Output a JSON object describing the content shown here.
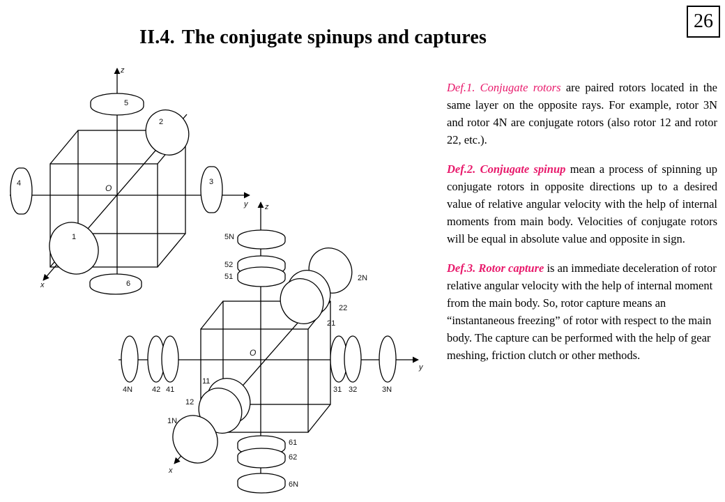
{
  "slide": {
    "number": "26",
    "title_number": "II.4.",
    "title_text": "The conjugate spinups and captures"
  },
  "colors": {
    "accent": "#e8196b",
    "text": "#000000",
    "background": "#ffffff"
  },
  "definitions": [
    {
      "head": "Def.1.",
      "term": "Conjugate rotors",
      "body": " are paired rotors located in the same layer on the opposite rays. For example, rotor 3N and rotor 4N are conjugate rotors (also rotor 12 and rotor 22, etc.)."
    },
    {
      "head": "Def.2.",
      "term": "Conjugate spinup",
      "body": " mean a process of spinning up conjugate rotors in opposite directions up to a desired value of relative angular velocity with the help of internal moments from main body. Velocities of conjugate rotors will be equal in absolute value and opposite in sign."
    },
    {
      "head": "Def.3.",
      "term": "Rotor capture",
      "body": " is an immediate deceleration of rotor relative angular velocity with the help of internal moment from the main body. So, rotor capture means an “instantaneous freezing” of rotor with respect to the main body. The capture can be performed with the help of gear meshing, friction clutch or other methods."
    }
  ],
  "diagram_top": {
    "axes": {
      "x": "x",
      "y": "y",
      "z": "z",
      "origin": "O"
    },
    "rotors": [
      "1",
      "2",
      "3",
      "4",
      "5",
      "6"
    ]
  },
  "diagram_bottom": {
    "axes": {
      "x": "x",
      "y": "y",
      "z": "z",
      "origin": "O"
    },
    "rotors": {
      "z_pos": [
        "5N",
        "52",
        "51"
      ],
      "z_neg": [
        "61",
        "62",
        "6N"
      ],
      "y_pos": [
        "31",
        "32",
        "3N"
      ],
      "y_neg": [
        "4N",
        "42",
        "41"
      ],
      "x_pos": [
        "11",
        "12",
        "1N"
      ],
      "diag": [
        "2N",
        "22",
        "21"
      ]
    }
  }
}
